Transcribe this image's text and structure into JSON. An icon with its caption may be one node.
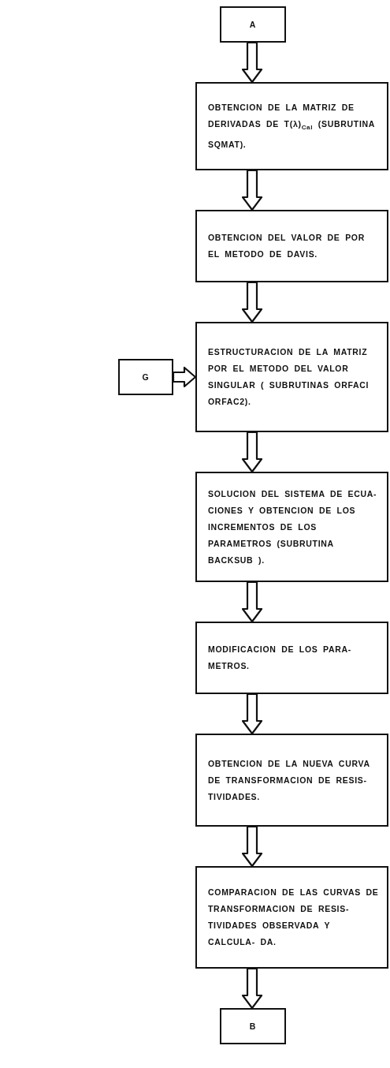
{
  "diagram": {
    "nodes": [
      {
        "text": [
          "A"
        ]
      },
      {
        "text": [
          "OBTENCION DE LA MATRIZ DE DERIVADAS DE T(λ)$_{Cal}$ (SUBRUTINA SQMAT)."
        ]
      },
      {
        "text": [
          "OBTENCION DEL VALOR DE POR EL METODO DE DAVIS."
        ]
      },
      {
        "text": [
          "G"
        ]
      },
      {
        "text": [
          "ESTRUCTURACION DE LA MATRIZ POR EL METODO DEL VALOR SINGULAR ( SUBRUTINAS ORFACI ORFAC2)."
        ]
      },
      {
        "text": [
          "SOLUCION DEL SISTEMA DE ECUA- CIONES Y OBTENCION DE LOS INCREMENTOS DE LOS PARAMETROS (SUBRUTINA BACKSUB )."
        ]
      },
      {
        "text": [
          "MODIFICACION DE LOS PARA- METROS."
        ]
      },
      {
        "text": [
          "OBTENCION DE LA NUEVA CURVA DE TRANSFORMACION DE RESIS- TIVIDADES."
        ]
      },
      {
        "text": [
          "COMPARACION DE LAS CURVAS DE TRANSFORMACION DE RESIS- TIVIDADES OBSERVADA Y CALCULA- DA."
        ]
      },
      {
        "text": [
          "B"
        ]
      }
    ],
    "edges": [
      {
        "from": 0,
        "to": 1,
        "arrow": "to"
      },
      {
        "from": 1,
        "to": 2,
        "arrow": "to"
      },
      {
        "from": 2,
        "to": 4,
        "arrow": "to"
      },
      {
        "from": 3,
        "to": 4,
        "arrow": "to"
      },
      {
        "from": 4,
        "to": 5,
        "arrow": "to"
      },
      {
        "from": 5,
        "to": 6,
        "arrow": "to"
      },
      {
        "from": 6,
        "to": 7,
        "arrow": "to"
      },
      {
        "from": 7,
        "to": 8,
        "arrow": "to"
      },
      {
        "from": 8,
        "to": 9,
        "arrow": "to"
      }
    ]
  }
}
